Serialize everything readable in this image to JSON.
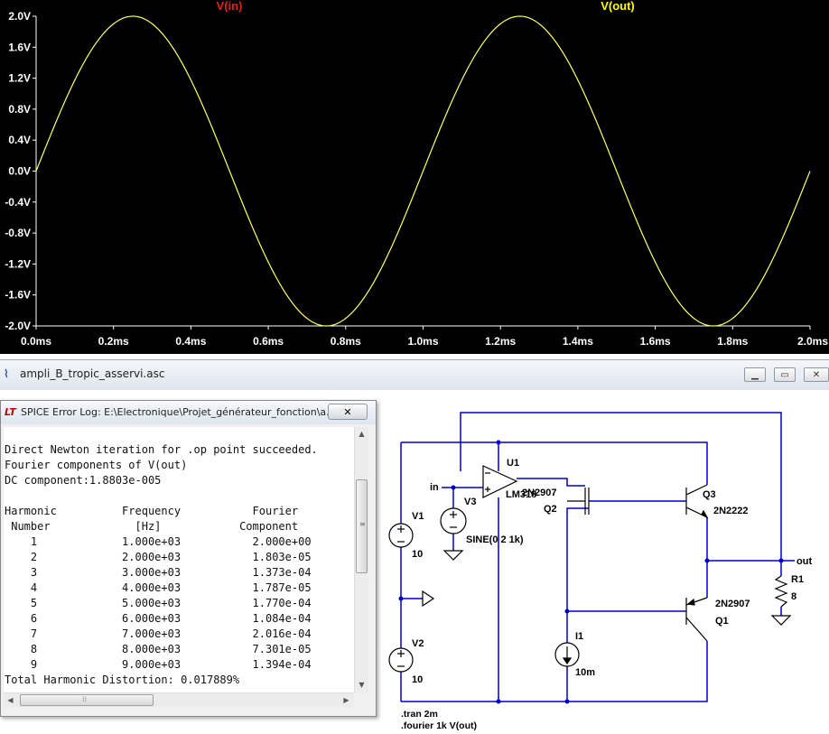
{
  "waveform": {
    "traces": [
      {
        "label": "V(in)",
        "color": "#e02020"
      },
      {
        "label": "V(out)",
        "color": "#ffff00"
      }
    ],
    "trace_color": "#ffff66",
    "axis_color": "#ffffff",
    "y_ticks": [
      "2.0V",
      "1.6V",
      "1.2V",
      "0.8V",
      "0.4V",
      "0.0V",
      "-0.4V",
      "-0.8V",
      "-1.2V",
      "-1.6V",
      "-2.0V"
    ],
    "x_ticks": [
      "0.0ms",
      "0.2ms",
      "0.4ms",
      "0.6ms",
      "0.8ms",
      "1.0ms",
      "1.2ms",
      "1.4ms",
      "1.6ms",
      "1.8ms",
      "2.0ms"
    ]
  },
  "chart_data": {
    "type": "line",
    "x_unit": "ms",
    "y_unit": "V",
    "xlim": [
      0.0,
      2.0
    ],
    "ylim": [
      -2.0,
      2.0
    ],
    "grid": false,
    "series": [
      {
        "name": "V(out)",
        "shape": "sine",
        "amplitude": 2.0,
        "frequency_hz": 1000,
        "offset": 0.0,
        "x": [
          0.0,
          0.25,
          0.5,
          0.75,
          1.0,
          1.25,
          1.5,
          1.75,
          2.0
        ],
        "values": [
          0.0,
          2.0,
          0.0,
          -2.0,
          0.0,
          2.0,
          0.0,
          -2.0,
          0.0
        ]
      }
    ]
  },
  "schematic_window": {
    "title": "ampli_B_tropic_asservi.asc",
    "icon_color": "#3050b0",
    "buttons": {
      "minimize": "▁",
      "maximize": "▭",
      "close": "✕"
    }
  },
  "schematic": {
    "wire_color": "#0000cc",
    "component_color": "#000000",
    "labels": {
      "u1": "U1",
      "u1_model": "LM318",
      "in": "in",
      "v3": "V3",
      "v3_value": "SINE(0 2 1k)",
      "v1": "V1",
      "v1_value": "10",
      "v2": "V2",
      "v2_value": "10",
      "q2_model": "2N2907",
      "q2": "Q2",
      "q3": "Q3",
      "q3_model": "2N2222",
      "q1_model": "2N2907",
      "q1": "Q1",
      "i1": "I1",
      "i1_value": "10m",
      "r1": "R1",
      "r1_value": "8",
      "out": "out",
      "directive_tran": ".tran 2m",
      "directive_fourier": ".fourier 1k V(out)"
    }
  },
  "error_log": {
    "title": "SPICE Error Log: E:\\Electronique\\Projet_générateur_fonction\\a...",
    "close_button": "✕",
    "icon": "LT",
    "lines": [
      "",
      "Direct Newton iteration for .op point succeeded.",
      "Fourier components of V(out)",
      "DC component:1.8803e-005",
      "",
      "Harmonic          Frequency           Fourier",
      " Number             [Hz]            Component",
      "    1             1.000e+03           2.000e+00",
      "    2             2.000e+03           1.803e-05",
      "    3             3.000e+03           1.373e-04",
      "    4             4.000e+03           1.787e-05",
      "    5             5.000e+03           1.770e-04",
      "    6             6.000e+03           1.084e-04",
      "    7             7.000e+03           2.016e-04",
      "    8             8.000e+03           7.301e-05",
      "    9             9.000e+03           1.394e-04",
      "Total Harmonic Distortion: 0.017889%"
    ]
  }
}
